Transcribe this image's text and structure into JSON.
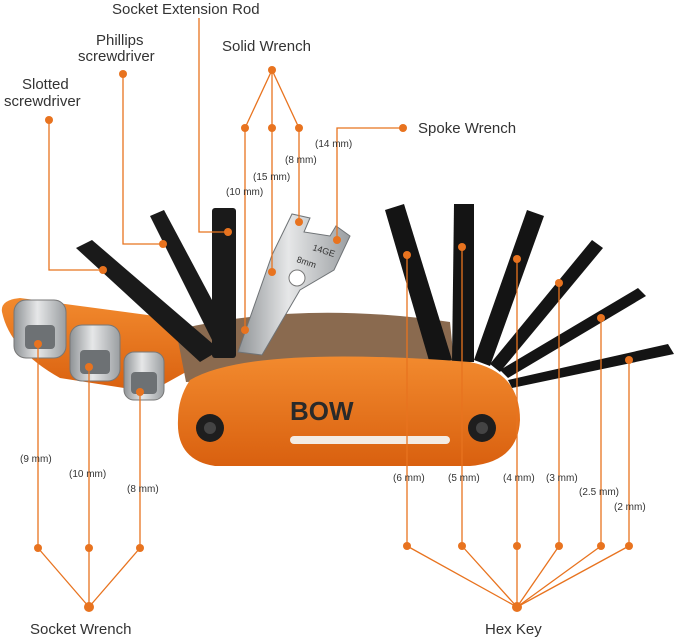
{
  "image_title": "",
  "brand_logo_text": "BOW",
  "tool_engraving": [
    "14GE",
    "8mm"
  ],
  "colors": {
    "accent": "#e8731f",
    "body_orange": "#f07a1e",
    "steel": "#c9cbcd",
    "black_tool": "#1a1a1a"
  },
  "labels": {
    "socket_extension_rod": "Socket Extension Rod",
    "phillips": [
      "Phillips",
      "screwdriver"
    ],
    "solid_wrench": "Solid Wrench",
    "slotted": [
      "Slotted",
      "screwdriver"
    ],
    "spoke_wrench": "Spoke Wrench",
    "socket_wrench": "Socket Wrench",
    "hex_key": "Hex Key"
  },
  "solid_wrench_sizes": [
    "(10 mm)",
    "(15 mm)",
    "(8 mm)"
  ],
  "spoke_wrench_size": "(14 mm)",
  "socket_sizes": [
    "(9 mm)",
    "(10 mm)",
    "(8 mm)"
  ],
  "hex_sizes": [
    "(6 mm)",
    "(5 mm)",
    "(4 mm)",
    "(3 mm)",
    "(2.5 mm)",
    "(2 mm)"
  ]
}
